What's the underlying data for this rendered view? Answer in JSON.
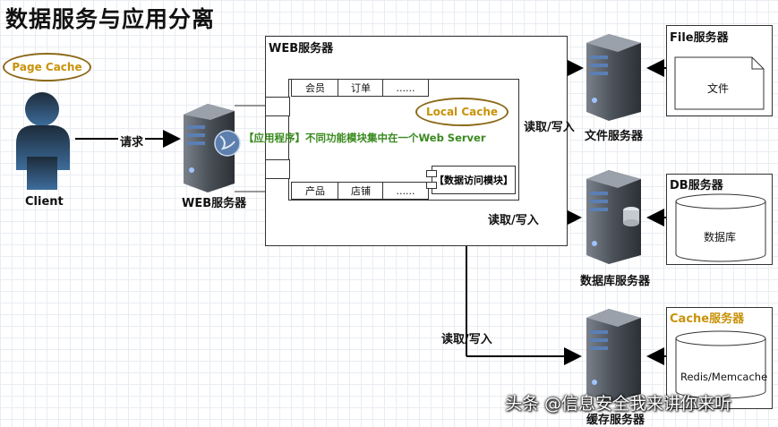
{
  "title": "数据服务与应用分离",
  "page_cache": "Page Cache",
  "client_label": "Client",
  "request_label": "请求",
  "web_server_left_label": "WEB服务器",
  "web_server_box_title": "WEB服务器",
  "modules_top": [
    "会员",
    "订单",
    "......"
  ],
  "local_cache": "Local Cache",
  "app_line": "【应用程序】不同功能模块集中在一个Web Server",
  "modules_bottom": [
    "产品",
    "店铺",
    "......"
  ],
  "data_access": "【数据访问模块】",
  "rw_label": "读取/写入",
  "file_server": {
    "panel_title": "File服务器",
    "doc_label": "文件",
    "caption": "文件服务器"
  },
  "db_server": {
    "panel_title": "DB服务器",
    "db_label": "数据库",
    "caption": "数据库服务器"
  },
  "cache_server": {
    "panel_title": "Cache服务器",
    "store_label": "Redis/Memcache",
    "caption": "缓存服务器"
  },
  "watermark": "头条 @信息安全我来讲你来听",
  "colors": {
    "app_text": "#3a8a1f",
    "cache_title": "#c8920a",
    "ellipse_border": "#8d6a1a",
    "server_dark": "#3b4048",
    "server_blue": "#4a6a96"
  }
}
